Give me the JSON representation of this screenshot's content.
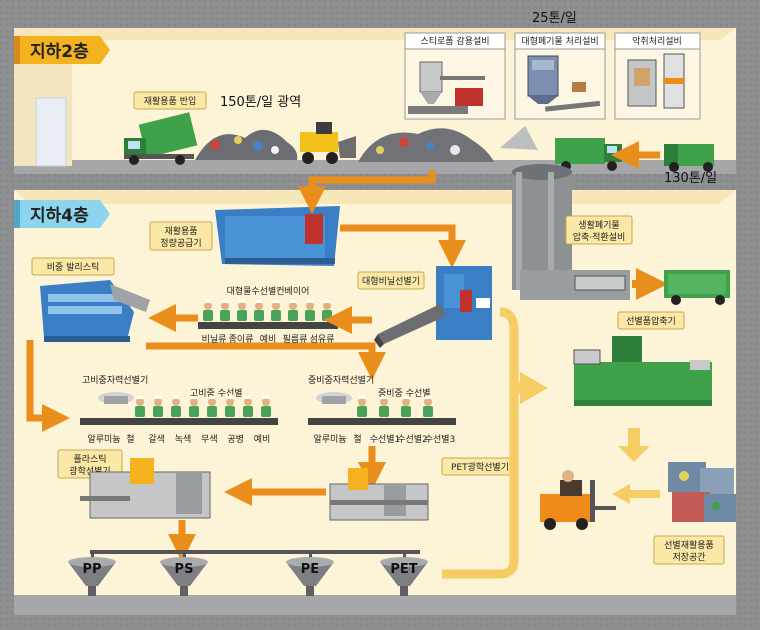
{
  "floors": {
    "b2": "지하2층",
    "b4": "지하4층"
  },
  "capacities": {
    "top": "25톤/일",
    "regional": "150톤/일 광역",
    "incoming": "130톤/일"
  },
  "facilities": {
    "styrofoam": "스티로폼 감용설비",
    "bulky": "대형폐기물 처리설비",
    "odor": "악취처리설비",
    "recycling_in": "재활용품 반입",
    "feeder_1": "재활용품",
    "feeder_2": "정량공급기",
    "bag_sorter": "대형비닐선별기",
    "ballistic": "비중 발리스틱",
    "conveyor": "대형물수선별컨베이어",
    "household_1": "생활폐기물",
    "household_2": "압축·적환설비",
    "compressor": "선별품압축기",
    "high_density_air": "고비중자력선별기",
    "high_density_hand": "고비중 수선별",
    "mid_density_air": "중비중자력선별기",
    "mid_density_hand": "중비중 수선별",
    "plastic_optical_1": "플라스틱",
    "plastic_optical_2": "광학선별기",
    "pet_optical": "PET광학선별기",
    "storage_1": "선별재활용품",
    "storage_2": "저장공간"
  },
  "conveyor_items": [
    "비닐류",
    "종이류",
    "예비",
    "필름류",
    "섬유류"
  ],
  "high_density_items": [
    "알루미늄",
    "철",
    "갈색",
    "녹색",
    "무색",
    "공병",
    "예비"
  ],
  "mid_density_items": [
    "알루미늄",
    "철",
    "수선별1",
    "수선별2",
    "수선별3"
  ],
  "bins": [
    "PP",
    "PS",
    "PE",
    "PET"
  ],
  "colors": {
    "wall": "#fdf3d6",
    "floor": "#a6a7a9",
    "arrow": "#e98e1a",
    "arrow_light": "#f6cc64",
    "machine_blue": "#3a7fc5",
    "machine_green": "#3fa24a",
    "label_bg": "#fbe7a6",
    "floor_tag_b2": "#f3b21e",
    "floor_tag_b4": "#8cd5ec"
  }
}
